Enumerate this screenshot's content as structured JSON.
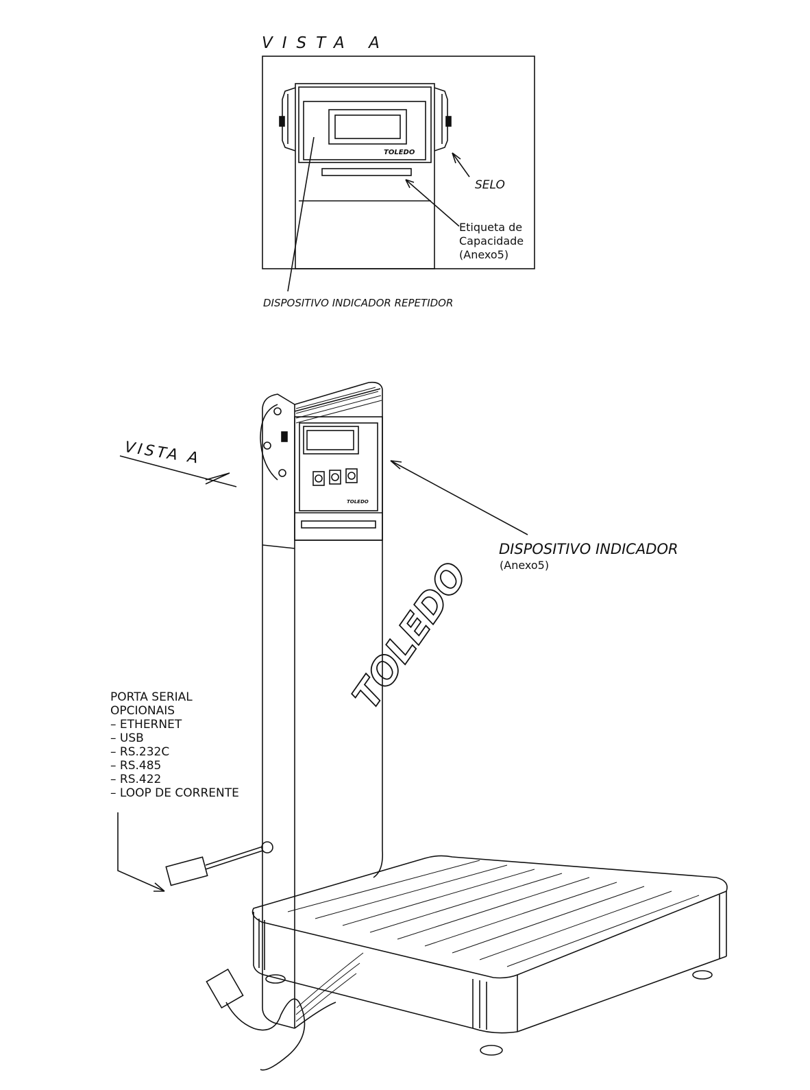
{
  "labels": {
    "vista_top": "VISTA A",
    "selo": "SELO",
    "etiqueta": [
      "Etiqueta de",
      "Capacidade",
      "(Anexo5)"
    ],
    "dispositivo_repetidor": "DISPOSITIVO INDICADOR REPETIDOR",
    "vista_mid": "VISTA A",
    "dispositivo_indicador": "DISPOSITIVO INDICADOR",
    "dispositivo_indicador_sub": "(Anexo5)",
    "porta_title": [
      "PORTA SERIAL",
      "OPCIONAIS"
    ],
    "porta_items": [
      "– ETHERNET",
      "– USB",
      "– RS.232C",
      "– RS.485",
      "– RS.422",
      "– LOOP DE CORRENTE"
    ]
  },
  "brand": "TOLEDO",
  "colors": {
    "ink": "#111111",
    "paper": "#ffffff"
  }
}
